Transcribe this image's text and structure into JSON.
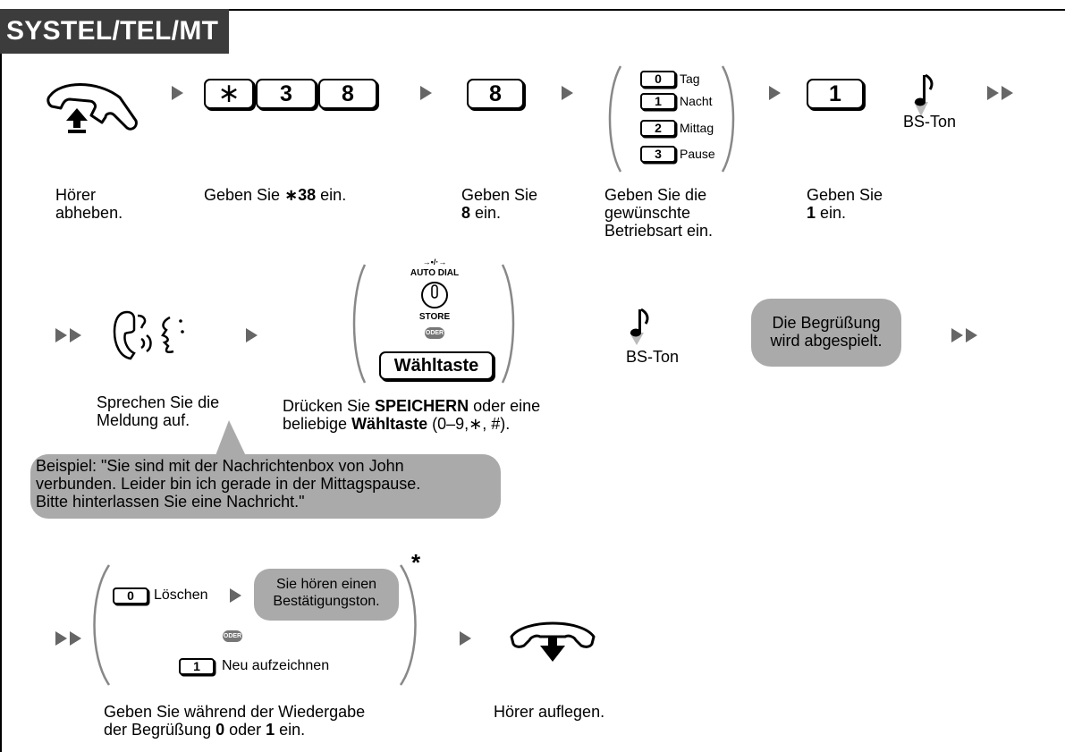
{
  "header": {
    "title": "SYSTEL/TEL/MT"
  },
  "row1": {
    "captions": {
      "lift": [
        "Hörer",
        "abheben."
      ],
      "enter38": {
        "pre": "Geben Sie ",
        "bold": "∗38",
        "post": " ein."
      },
      "enter8": {
        "line1": "Geben Sie",
        "bold": "8",
        "post": " ein."
      },
      "mode": [
        "Geben Sie die",
        "gewünschte",
        "Betriebsart ein."
      ],
      "enter1": {
        "line1": "Geben Sie",
        "bold": "1",
        "post": " ein."
      }
    },
    "keys": {
      "star": "∗",
      "three": "3",
      "eight": "8",
      "eight_b": "8",
      "one": "1"
    },
    "modes": [
      {
        "key": "0",
        "label": "Tag"
      },
      {
        "key": "1",
        "label": "Nacht"
      },
      {
        "key": "2",
        "label": "Mittag"
      },
      {
        "key": "3",
        "label": "Pause"
      }
    ],
    "tone_label": "BS-Ton"
  },
  "row2": {
    "speak_caption": [
      "Sprechen Sie die",
      "Meldung auf."
    ],
    "press_caption": {
      "l1_pre": "Drücken Sie ",
      "l1_bold": "SPEICHERN",
      "l1_post": " oder eine",
      "l2_pre": "beliebige ",
      "l2_bold": "Wähltaste",
      "l2_post": " (0–9,∗, #)."
    },
    "auto_dial_icon": "→•/·→",
    "auto_dial_label": "AUTO DIAL",
    "store_label": "STORE",
    "oder": "ODER",
    "waehltaste": "Wähltaste",
    "tone_label": "BS-Ton",
    "greeting_bubble": [
      "Die Begrüßung",
      "wird abgespielt."
    ]
  },
  "example_bubble": [
    "Beispiel: \"Sie sind mit der Nachrichtenbox von John",
    "verbunden. Leider bin ich gerade in der Mittagspause.",
    "Bitte hinterlassen Sie eine Nachricht.\""
  ],
  "row3": {
    "delete_key": "0",
    "delete_label": "Löschen",
    "confirm_bubble": [
      "Sie hören einen",
      "Bestätigungston."
    ],
    "oder": "ODER",
    "rerecord_key": "1",
    "rerecord_label": "Neu aufzeichnen",
    "asterisk": "*",
    "caption_left": {
      "l1": "Geben Sie während der Wiedergabe",
      "l2_pre": "der Begrüßung ",
      "b1": "0",
      "mid": " oder ",
      "b2": "1",
      "post": " ein."
    },
    "caption_hangup": "Hörer auflegen."
  }
}
